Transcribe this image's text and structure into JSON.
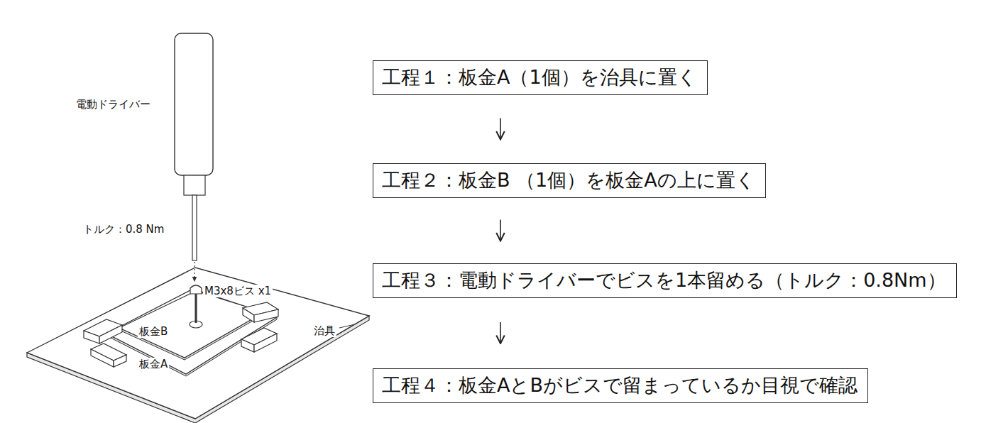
{
  "diagram": {
    "nodes": [
      {
        "text": [
          "工程１：板金A（1個）を治具に置く"
        ]
      },
      {
        "text": [
          "工程２：板金B （1個）を板金Aの上に置く"
        ]
      },
      {
        "text": [
          "工程３：電動ドライバーでビスを1本留める（トルク：0.8Nm）"
        ]
      },
      {
        "text": [
          "工程４：板金AとBがビスで留まっているか目視で確認"
        ]
      }
    ],
    "edges": [
      {
        "from": 0,
        "to": 1,
        "arrow": "to"
      },
      {
        "from": 1,
        "to": 2,
        "arrow": "to"
      },
      {
        "from": 2,
        "to": 3,
        "arrow": "to"
      }
    ],
    "labels": [
      "電動ドライバー",
      "トルク：0.8 Nm",
      "M3x8ビス x1",
      "板金B",
      "板金A",
      "治具"
    ]
  }
}
